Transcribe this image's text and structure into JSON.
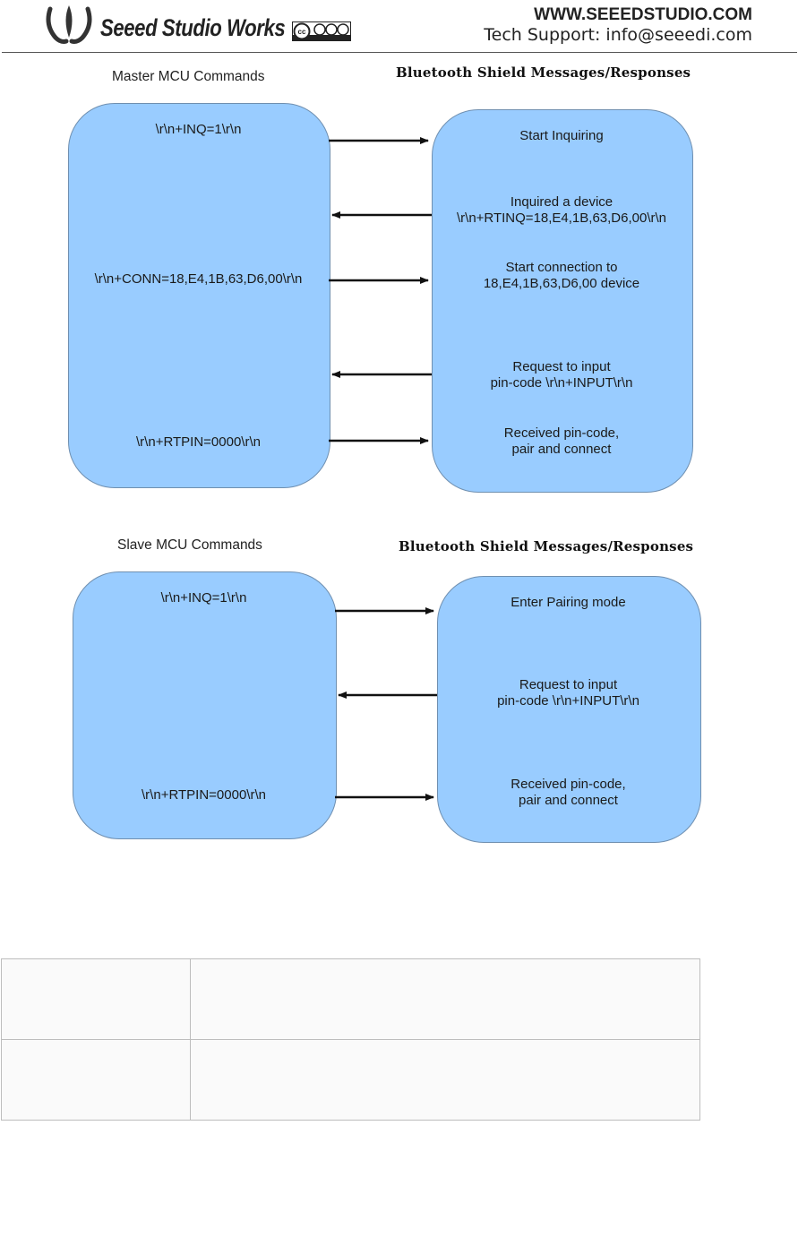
{
  "header": {
    "brand": "Seeed Studio Works",
    "license_badge": "cc-by-nc-sa-badge",
    "site": "WWW.SEEEDSTUDIO.COM",
    "support": "Tech Support: info@seeedi.com"
  },
  "master": {
    "left_title": "Master MCU Commands",
    "right_title": "Bluetooth Shield Messages/Responses",
    "left_labels": [
      [
        "\\r\\n+INQ=1\\r\\n"
      ],
      [
        "\\r\\n+CONN=18,E4,1B,63,D6,00\\r\\n"
      ],
      [
        "\\r\\n+RTPIN=0000\\r\\n"
      ]
    ],
    "right_labels": [
      [
        "Start Inquiring"
      ],
      [
        "Inquired a device",
        "\\r\\n+RTINQ=18,E4,1B,63,D6,00\\r\\n"
      ],
      [
        "Start connection to",
        "18,E4,1B,63,D6,00 device"
      ],
      [
        "Request to input",
        "pin-code \\r\\n+INPUT\\r\\n"
      ],
      [
        "Received pin-code,",
        "pair and connect"
      ]
    ]
  },
  "slave": {
    "left_title": "Slave MCU Commands",
    "right_title": "Bluetooth Shield Messages/Responses",
    "left_labels": [
      [
        "\\r\\n+INQ=1\\r\\n"
      ],
      [
        "\\r\\n+RTPIN=0000\\r\\n"
      ]
    ],
    "right_labels": [
      [
        "Enter Pairing mode"
      ],
      [
        "Request to input",
        "pin-code \\r\\n+INPUT\\r\\n"
      ],
      [
        "Received pin-code,",
        "pair and connect"
      ]
    ]
  },
  "table": {
    "rows": [
      [
        "",
        ""
      ],
      [
        "",
        ""
      ]
    ]
  }
}
